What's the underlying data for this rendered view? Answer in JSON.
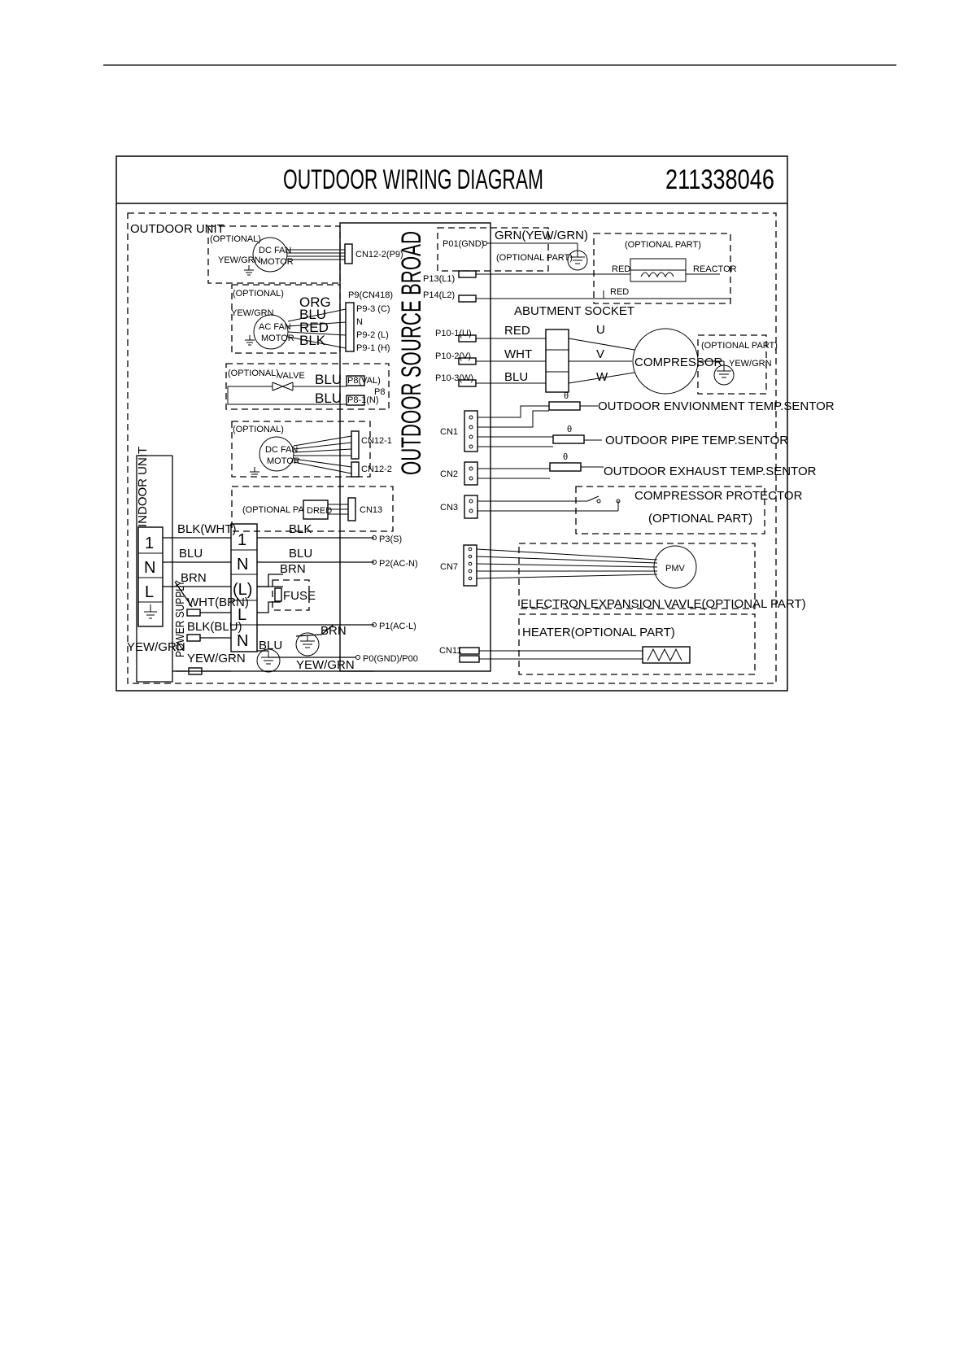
{
  "diagram": {
    "title": "OUTDOOR WIRING DIAGRAM",
    "number": "211338046",
    "outdoor_unit": "OUTDOOR UNIT",
    "indoor_unit": "INDOOR UNIT",
    "power_supply": "POWER SUPPLY",
    "board_label": "OUTDOOR SOURCE BROAD",
    "indoor_terminals": [
      "1",
      "N",
      "L"
    ],
    "main_terminals": [
      "1",
      "N",
      "(L)",
      "L",
      "N"
    ],
    "yew_grn": "YEW/GRN",
    "yew_grn_slash": "YEW/GRN",
    "optional_paren": "(OPTIONAL)",
    "optional_part_paren": "(OPTIONAL PART)",
    "dc_fan": "DC FAN",
    "ac_fan": "AC FAN",
    "motor": "MOTOR",
    "valve": "VALVE",
    "dred": "DRED",
    "fuse": "FUSE",
    "wires": {
      "blk_wht": "BLK(WHT)",
      "blu": "BLU",
      "brn": "BRN",
      "wht_brn": "WHT(BRN)",
      "blk_blu": "BLK(BLU)",
      "blk": "BLK",
      "org": "ORG",
      "red": "RED",
      "wht": "WHT"
    },
    "board_terminals": {
      "p3": "P3(S)",
      "p2": "P2(AC-N)",
      "p1": "P1(AC-L)",
      "p0": "P0(GND)/P00"
    },
    "cn12_2_p9": "CN12-2(P9)",
    "p9_cn418": "P9(CN418)",
    "p9_3": "P9-3 (C)",
    "n_pin": "N",
    "p9_2": "P9-2 (L)",
    "p9_1": "P9-1 (H)",
    "p8_val": "P8(VAL)",
    "p8_1": "P8-1(N)",
    "p8": "P8",
    "cn12_1": "CN12-1",
    "cn12_2": "CN12-2",
    "cn13": "CN13",
    "p01_gnd": "P01(GND)",
    "grn_yewgrn": "GRN(YEW/GRN)",
    "reactor": "REACTOR",
    "p13": "P13(L1)",
    "p14": "P14(L2)",
    "abutment_socket": "ABUTMENT SOCKET",
    "p10_1": "P10-1(U)",
    "p10_2": "P10-2(V)",
    "p10_3": "P10-3(W)",
    "phase_u": "U",
    "phase_v": "V",
    "phase_w": "W",
    "compressor": "COMPRESSOR",
    "cn1": "CN1",
    "cn2": "CN2",
    "cn3": "CN3",
    "cn7": "CN7",
    "cn11": "CN11",
    "theta": "θ",
    "sensor_env": "OUTDOOR ENVIONMENT TEMP.SENTOR",
    "sensor_pipe": "OUTDOOR PIPE TEMP.SENTOR",
    "sensor_exhaust": "OUTDOOR EXHAUST TEMP.SENTOR",
    "compressor_protector": "COMPRESSOR PROTECTOR",
    "pmv": "PMV",
    "eev": "ELECTRON EXPANSION VAVLE(OPTIONAL PART)",
    "heater": "HEATER(OPTIONAL PART)"
  }
}
